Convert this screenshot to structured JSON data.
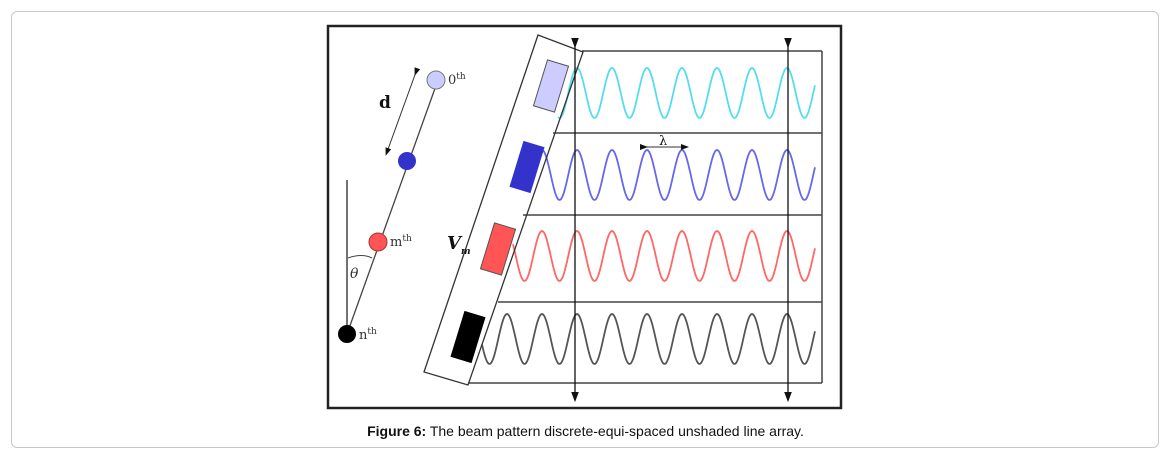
{
  "figure": {
    "labels": {
      "zeroth": "0th",
      "zeroth_base": "0",
      "zeroth_sup": "th",
      "mth_base": "m",
      "mth_sup": "th",
      "nth_base": "n",
      "nth_sup": "th",
      "d": "d",
      "theta": "θ",
      "v_base": "V",
      "v_sub": "m",
      "lambda": "λ"
    },
    "colors": {
      "element_0": "#ccccff",
      "element_1": "#3333cc",
      "element_m": "#ff5555",
      "element_n": "#000000",
      "wave_0": "#55ddee",
      "wave_1": "#6666ee",
      "wave_m": "#ff6666",
      "wave_n": "#555555"
    }
  },
  "caption": {
    "label": "Figure 6:",
    "text": " The beam pattern discrete-equi-spaced unshaded line array."
  }
}
